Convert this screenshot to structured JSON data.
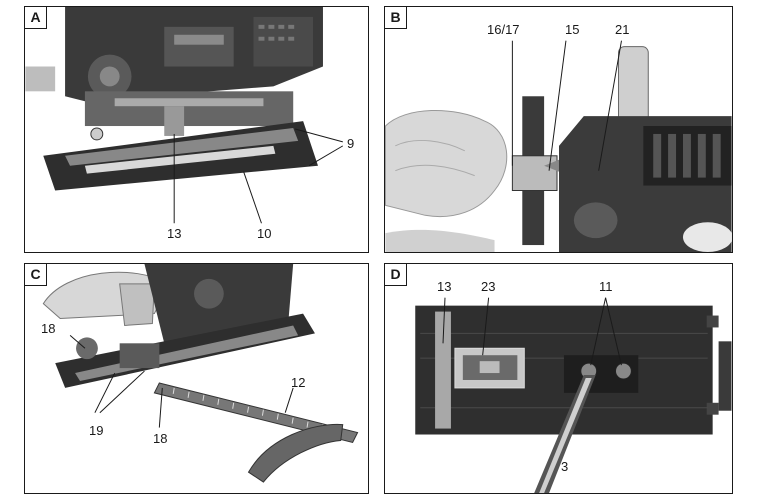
{
  "panels": {
    "a": {
      "tag": "A",
      "callouts": [
        "9",
        "13",
        "10"
      ]
    },
    "b": {
      "tag": "B",
      "callouts": [
        "16/17",
        "15",
        "21"
      ]
    },
    "c": {
      "tag": "C",
      "callouts": [
        "18",
        "12",
        "19",
        "18"
      ]
    },
    "d": {
      "tag": "D",
      "callouts": [
        "13",
        "23",
        "11",
        "3"
      ]
    }
  }
}
